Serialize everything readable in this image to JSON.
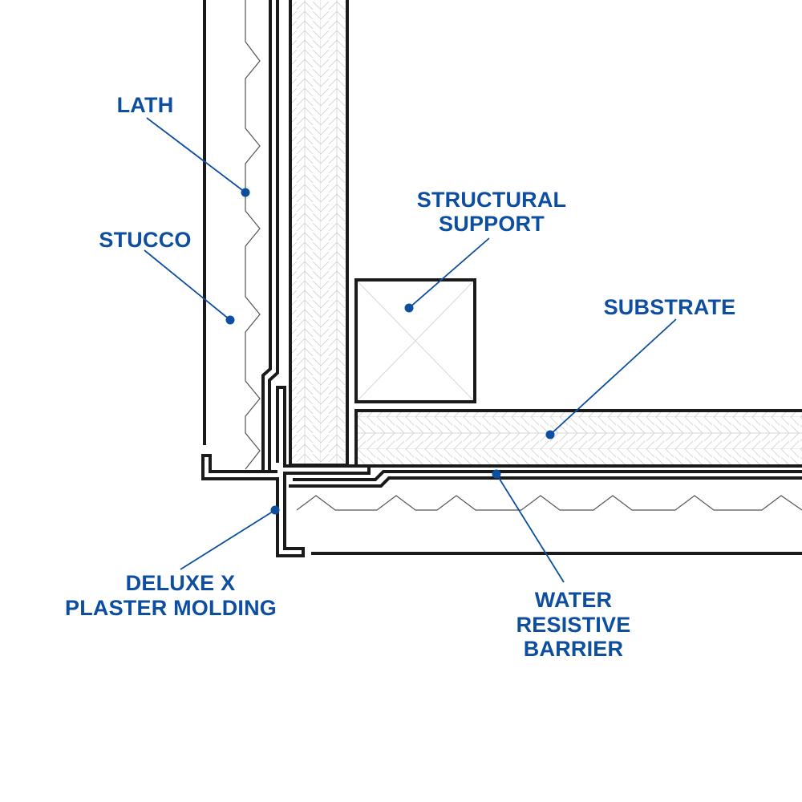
{
  "diagram": {
    "type": "architectural-section-detail",
    "subject": "Stucco outside corner with plaster molding",
    "colors": {
      "label": "#0d4ea0",
      "line": "#1a1a1a",
      "hatch": "#d8d8d8",
      "background": "#ffffff"
    },
    "labels": {
      "lath": "LATH",
      "stucco": "STUCCO",
      "structural_support": [
        "STRUCTURAL",
        "SUPPORT"
      ],
      "substrate": "SUBSTRATE",
      "molding": [
        "DELUXE X",
        "PLASTER MOLDING"
      ],
      "wrb": [
        "WATER",
        "RESISTIVE",
        "BARRIER"
      ]
    },
    "components": [
      {
        "id": "lath",
        "name": "Lath"
      },
      {
        "id": "stucco",
        "name": "Stucco"
      },
      {
        "id": "structural-support",
        "name": "Structural Support"
      },
      {
        "id": "substrate",
        "name": "Substrate"
      },
      {
        "id": "molding",
        "name": "Deluxe X Plaster Molding"
      },
      {
        "id": "wrb",
        "name": "Water Resistive Barrier"
      }
    ]
  }
}
